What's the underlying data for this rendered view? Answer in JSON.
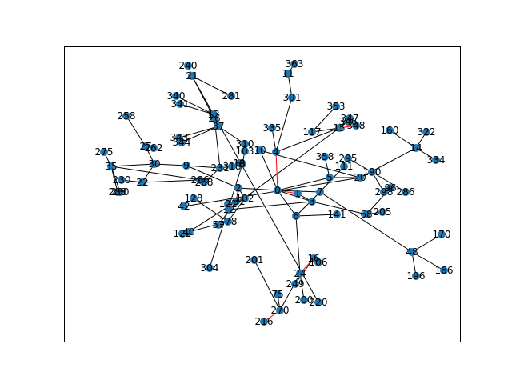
{
  "graph": {
    "style": {
      "node_color": "#1f77b4",
      "edge_color": "#000000",
      "highlight_edge_color": "#ff0000",
      "label_color": "#000000",
      "background": "#ffffff",
      "frame_color": "#000000"
    },
    "nodes": [
      {
        "id": "0"
      },
      {
        "id": "1"
      },
      {
        "id": "2"
      },
      {
        "id": "3"
      },
      {
        "id": "4"
      },
      {
        "id": "5"
      },
      {
        "id": "6"
      },
      {
        "id": "7"
      },
      {
        "id": "8"
      },
      {
        "id": "9"
      },
      {
        "id": "10"
      },
      {
        "id": "11"
      },
      {
        "id": "12"
      },
      {
        "id": "13"
      },
      {
        "id": "14"
      },
      {
        "id": "15"
      },
      {
        "id": "16"
      },
      {
        "id": "18"
      },
      {
        "id": "20"
      },
      {
        "id": "21"
      },
      {
        "id": "22"
      },
      {
        "id": "24"
      },
      {
        "id": "26"
      },
      {
        "id": "27"
      },
      {
        "id": "30"
      },
      {
        "id": "35"
      },
      {
        "id": "37"
      },
      {
        "id": "40"
      },
      {
        "id": "42"
      },
      {
        "id": "48"
      },
      {
        "id": "57"
      },
      {
        "id": "68"
      },
      {
        "id": "75"
      },
      {
        "id": "96"
      },
      {
        "id": "102"
      },
      {
        "id": "103"
      },
      {
        "id": "106"
      },
      {
        "id": "111"
      },
      {
        "id": "117"
      },
      {
        "id": "121"
      },
      {
        "id": "122"
      },
      {
        "id": "128"
      },
      {
        "id": "131"
      },
      {
        "id": "141"
      },
      {
        "id": "160"
      },
      {
        "id": "166"
      },
      {
        "id": "170"
      },
      {
        "id": "178"
      },
      {
        "id": "190"
      },
      {
        "id": "196"
      },
      {
        "id": "200"
      },
      {
        "id": "201"
      },
      {
        "id": "205"
      },
      {
        "id": "216"
      },
      {
        "id": "220"
      },
      {
        "id": "230"
      },
      {
        "id": "231"
      },
      {
        "id": "240"
      },
      {
        "id": "249"
      },
      {
        "id": "258"
      },
      {
        "id": "262"
      },
      {
        "id": "266"
      },
      {
        "id": "268"
      },
      {
        "id": "270"
      },
      {
        "id": "275"
      },
      {
        "id": "280"
      },
      {
        "id": "281"
      },
      {
        "id": "286"
      },
      {
        "id": "288"
      },
      {
        "id": "295"
      },
      {
        "id": "298"
      },
      {
        "id": "304"
      },
      {
        "id": "310"
      },
      {
        "id": "318"
      },
      {
        "id": "322"
      },
      {
        "id": "334"
      },
      {
        "id": "335"
      },
      {
        "id": "340"
      },
      {
        "id": "341"
      },
      {
        "id": "343"
      },
      {
        "id": "344"
      },
      {
        "id": "346"
      },
      {
        "id": "347"
      },
      {
        "id": "348"
      },
      {
        "id": "353"
      },
      {
        "id": "358"
      },
      {
        "id": "363"
      },
      {
        "id": "391"
      }
    ],
    "edges": [
      [
        "0",
        "1"
      ],
      [
        "0",
        "2"
      ],
      [
        "0",
        "3"
      ],
      [
        "0",
        "4"
      ],
      [
        "0",
        "5"
      ],
      [
        "0",
        "6"
      ],
      [
        "0",
        "10"
      ],
      [
        "0",
        "7"
      ],
      [
        "2",
        "9"
      ],
      [
        "2",
        "102"
      ],
      [
        "2",
        "131"
      ],
      [
        "9",
        "30"
      ],
      [
        "30",
        "27"
      ],
      [
        "30",
        "35"
      ],
      [
        "30",
        "22"
      ],
      [
        "27",
        "262"
      ],
      [
        "27",
        "258"
      ],
      [
        "35",
        "275"
      ],
      [
        "35",
        "266"
      ],
      [
        "35",
        "280"
      ],
      [
        "35",
        "288"
      ],
      [
        "22",
        "230"
      ],
      [
        "22",
        "266"
      ],
      [
        "9",
        "231"
      ],
      [
        "231",
        "318"
      ],
      [
        "231",
        "268"
      ],
      [
        "231",
        "26"
      ],
      [
        "26",
        "37"
      ],
      [
        "37",
        "13"
      ],
      [
        "37",
        "21"
      ],
      [
        "13",
        "340"
      ],
      [
        "13",
        "341"
      ],
      [
        "21",
        "240"
      ],
      [
        "21",
        "220"
      ],
      [
        "21",
        "281"
      ],
      [
        "37",
        "310"
      ],
      [
        "37",
        "343"
      ],
      [
        "37",
        "344"
      ],
      [
        "310",
        "103"
      ],
      [
        "103",
        "8"
      ],
      [
        "8",
        "304"
      ],
      [
        "8",
        "18"
      ],
      [
        "4",
        "391"
      ],
      [
        "391",
        "11"
      ],
      [
        "11",
        "363"
      ],
      [
        "4",
        "335"
      ],
      [
        "4",
        "15"
      ],
      [
        "15",
        "348"
      ],
      [
        "15",
        "117"
      ],
      [
        "117",
        "353"
      ],
      [
        "15",
        "347"
      ],
      [
        "1",
        "3"
      ],
      [
        "3",
        "68"
      ],
      [
        "68",
        "205"
      ],
      [
        "68",
        "96"
      ],
      [
        "5",
        "20"
      ],
      [
        "20",
        "42"
      ],
      [
        "20",
        "190"
      ],
      [
        "20",
        "14"
      ],
      [
        "14",
        "322"
      ],
      [
        "14",
        "334"
      ],
      [
        "14",
        "160"
      ],
      [
        "190",
        "286"
      ],
      [
        "190",
        "298"
      ],
      [
        "190",
        "295"
      ],
      [
        "6",
        "141"
      ],
      [
        "6",
        "24"
      ],
      [
        "24",
        "270"
      ],
      [
        "24",
        "16"
      ],
      [
        "24",
        "200"
      ],
      [
        "270",
        "216"
      ],
      [
        "270",
        "201"
      ],
      [
        "270",
        "75"
      ],
      [
        "16",
        "106"
      ],
      [
        "16",
        "249"
      ],
      [
        "7",
        "111"
      ],
      [
        "7",
        "48"
      ],
      [
        "48",
        "166"
      ],
      [
        "48",
        "170"
      ],
      [
        "48",
        "196"
      ],
      [
        "102",
        "121"
      ],
      [
        "102",
        "178"
      ],
      [
        "178",
        "122"
      ],
      [
        "178",
        "128"
      ],
      [
        "131",
        "57"
      ],
      [
        "131",
        "40"
      ],
      [
        "3",
        "12"
      ],
      [
        "12",
        "346"
      ],
      [
        "5",
        "358"
      ],
      [
        "10",
        "20"
      ],
      [
        "6",
        "7"
      ]
    ],
    "highlight_edges": [
      [
        "0",
        "4"
      ],
      [
        "0",
        "1"
      ],
      [
        "27",
        "262"
      ],
      [
        "24",
        "16"
      ],
      [
        "15",
        "348"
      ],
      [
        "270",
        "216"
      ],
      [
        "2",
        "131"
      ]
    ]
  }
}
